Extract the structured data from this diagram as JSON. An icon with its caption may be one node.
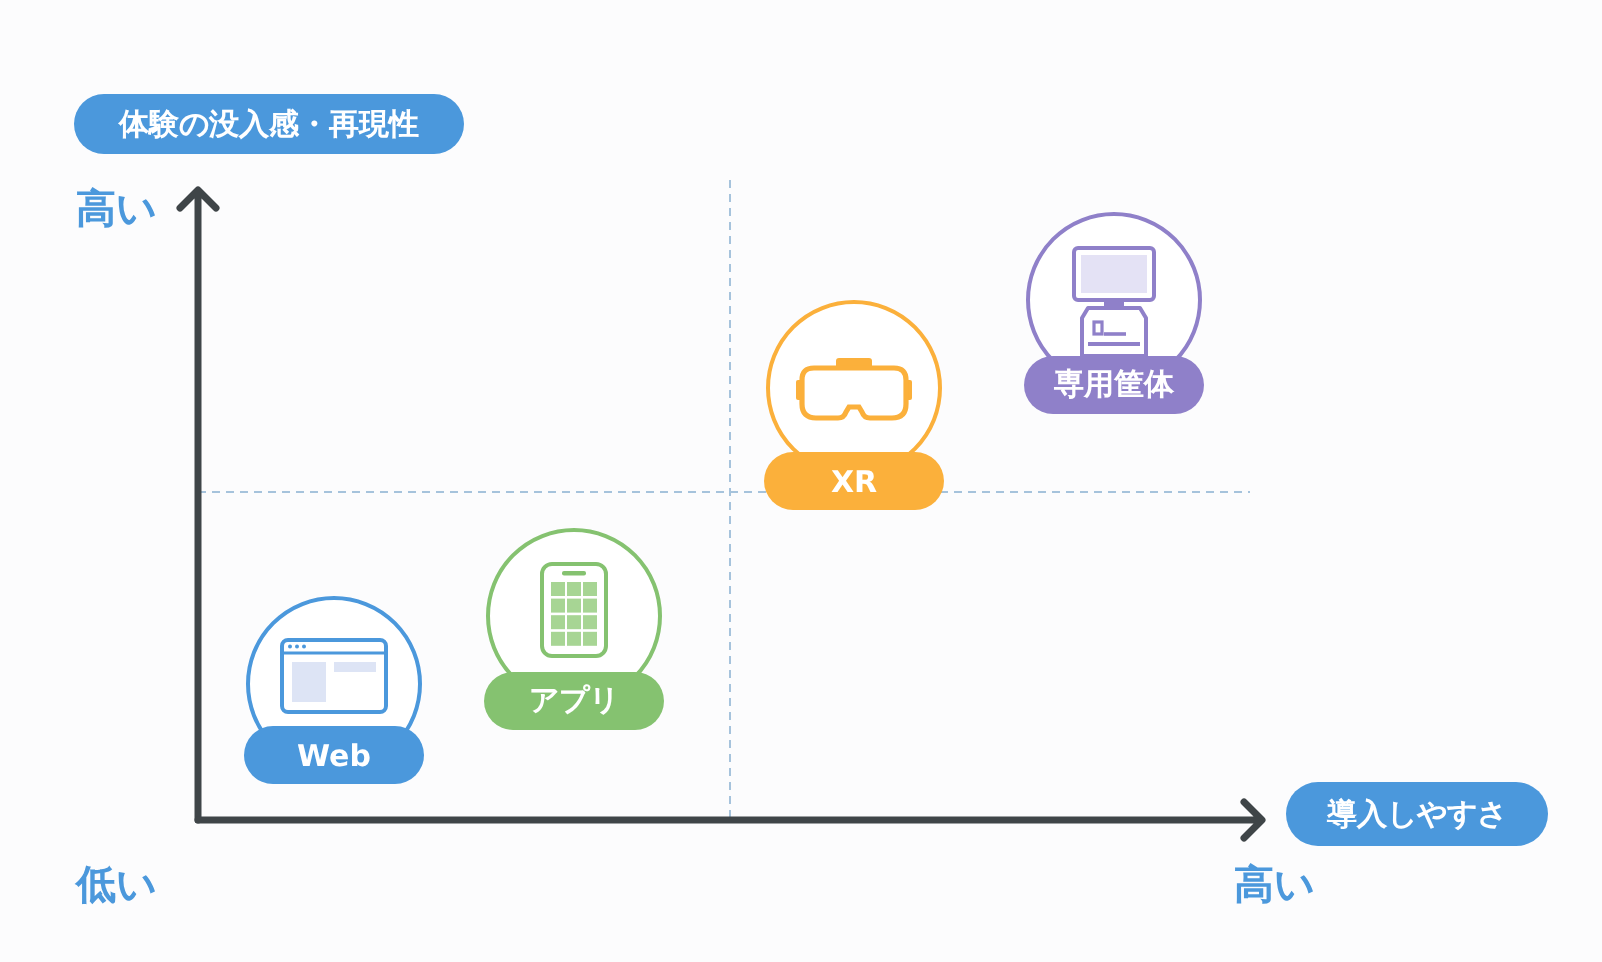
{
  "diagram": {
    "nodes": [
      {
        "text": [
          "体験の没入感・再現性"
        ]
      },
      {
        "text": [
          "専用筐体"
        ]
      },
      {
        "text": [
          "XR"
        ]
      },
      {
        "text": [
          "アプリ"
        ]
      },
      {
        "text": [
          "Web"
        ]
      },
      {
        "text": [
          "導入しやすさ"
        ]
      }
    ],
    "labels": [
      "高い",
      "低い",
      "高い"
    ]
  }
}
